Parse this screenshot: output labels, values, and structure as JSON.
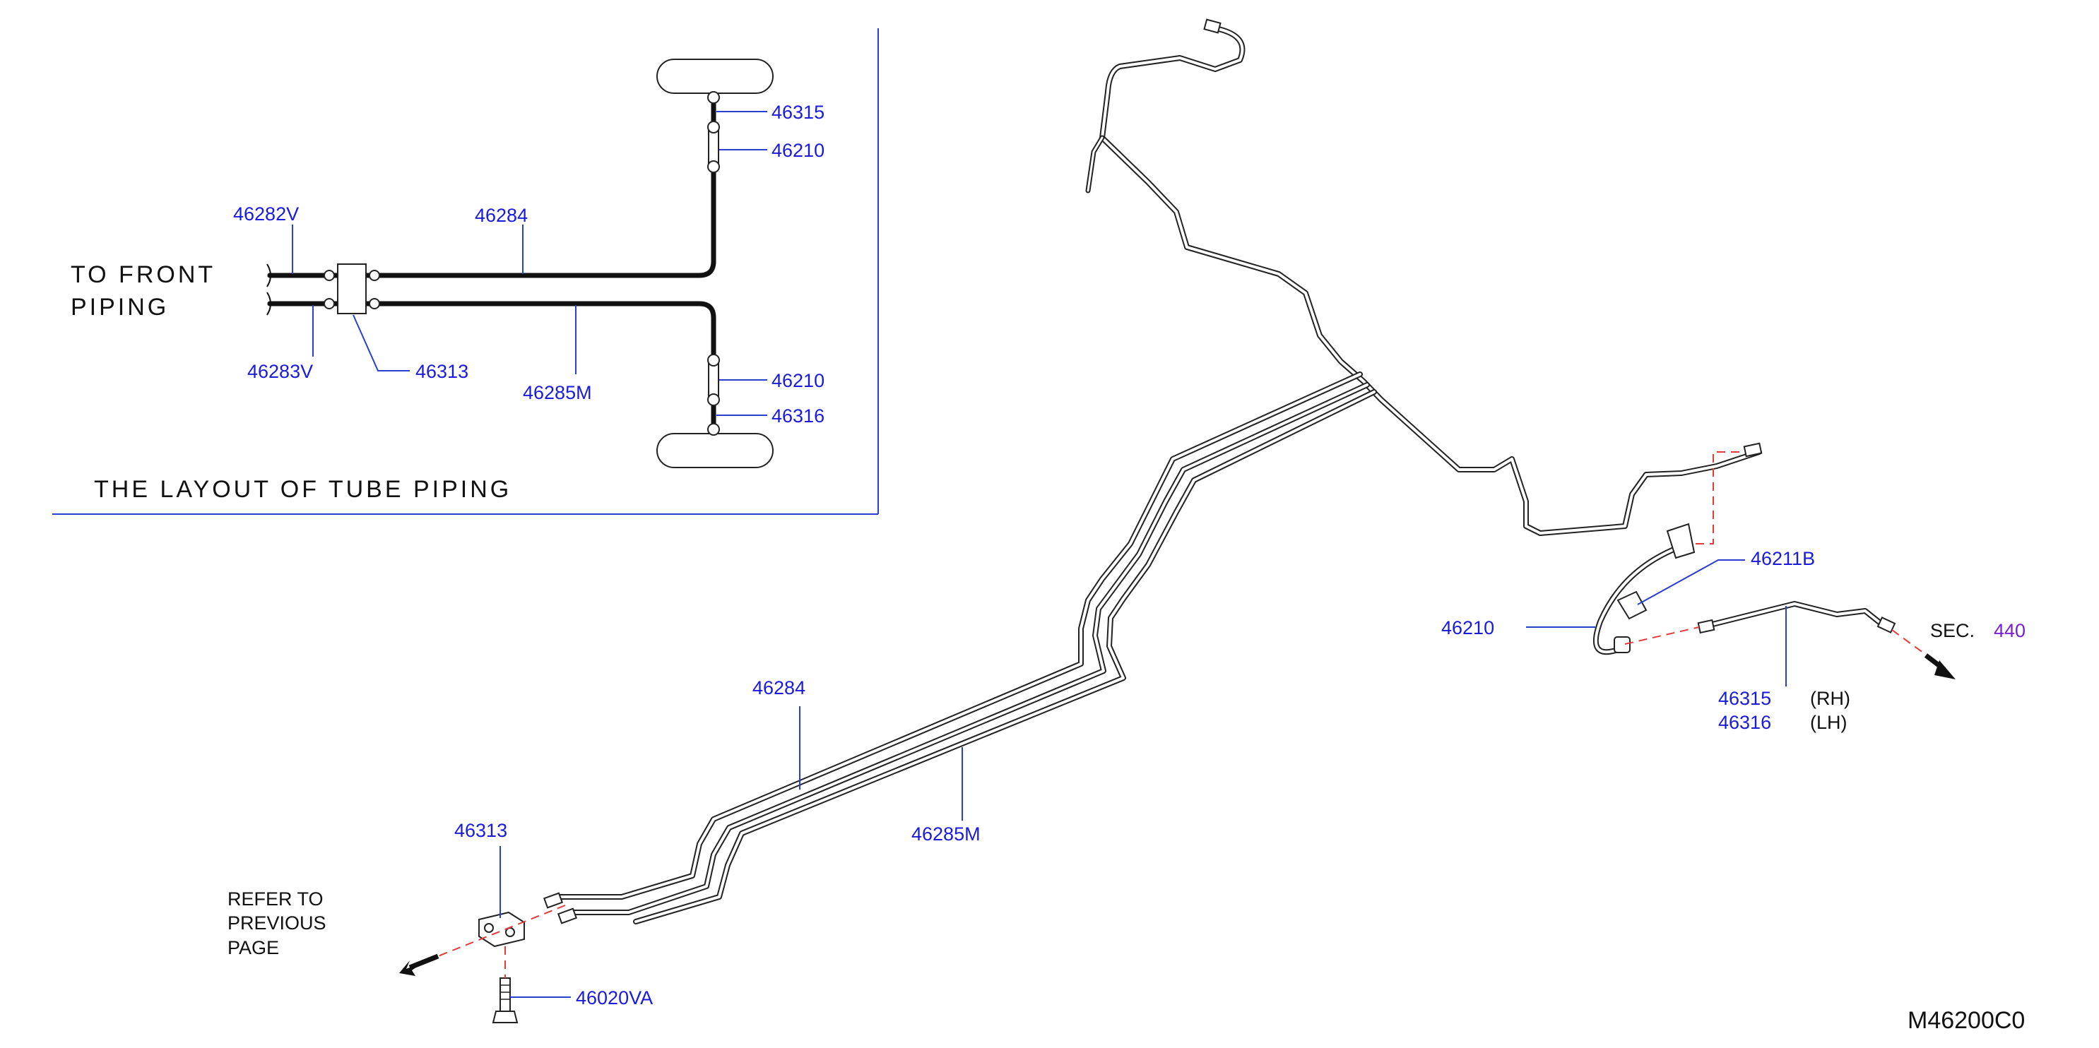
{
  "inset": {
    "title": "THE LAYOUT OF TUBE PIPING",
    "to_front_line1": "TO FRONT",
    "to_front_line2": "PIPING",
    "labels": {
      "p46282V": "46282V",
      "p46283V": "46283V",
      "p46313": "46313",
      "p46284": "46284",
      "p46285M": "46285M",
      "p46315": "46315",
      "p46210_top": "46210",
      "p46210_bot": "46210",
      "p46316": "46316"
    }
  },
  "main": {
    "labels": {
      "p46284": "46284",
      "p46285M": "46285M",
      "p46313": "46313",
      "p46020VA": "46020VA",
      "p46211B": "46211B",
      "p46210": "46210",
      "p46315": "46315",
      "p46316": "46316",
      "rh": "(RH)",
      "lh": "(LH)",
      "sec_prefix": "SEC.",
      "sec_number": "440",
      "refer1": "REFER TO",
      "refer2": "PREVIOUS",
      "refer3": "PAGE"
    }
  },
  "diagram_code": "M46200C0",
  "colors": {
    "part_number": "#1a1adc",
    "leader": "#2a3fd0",
    "section_ref": "#7a1fd6",
    "dashed_connector": "#e23b3b",
    "line_art": "#111111"
  }
}
